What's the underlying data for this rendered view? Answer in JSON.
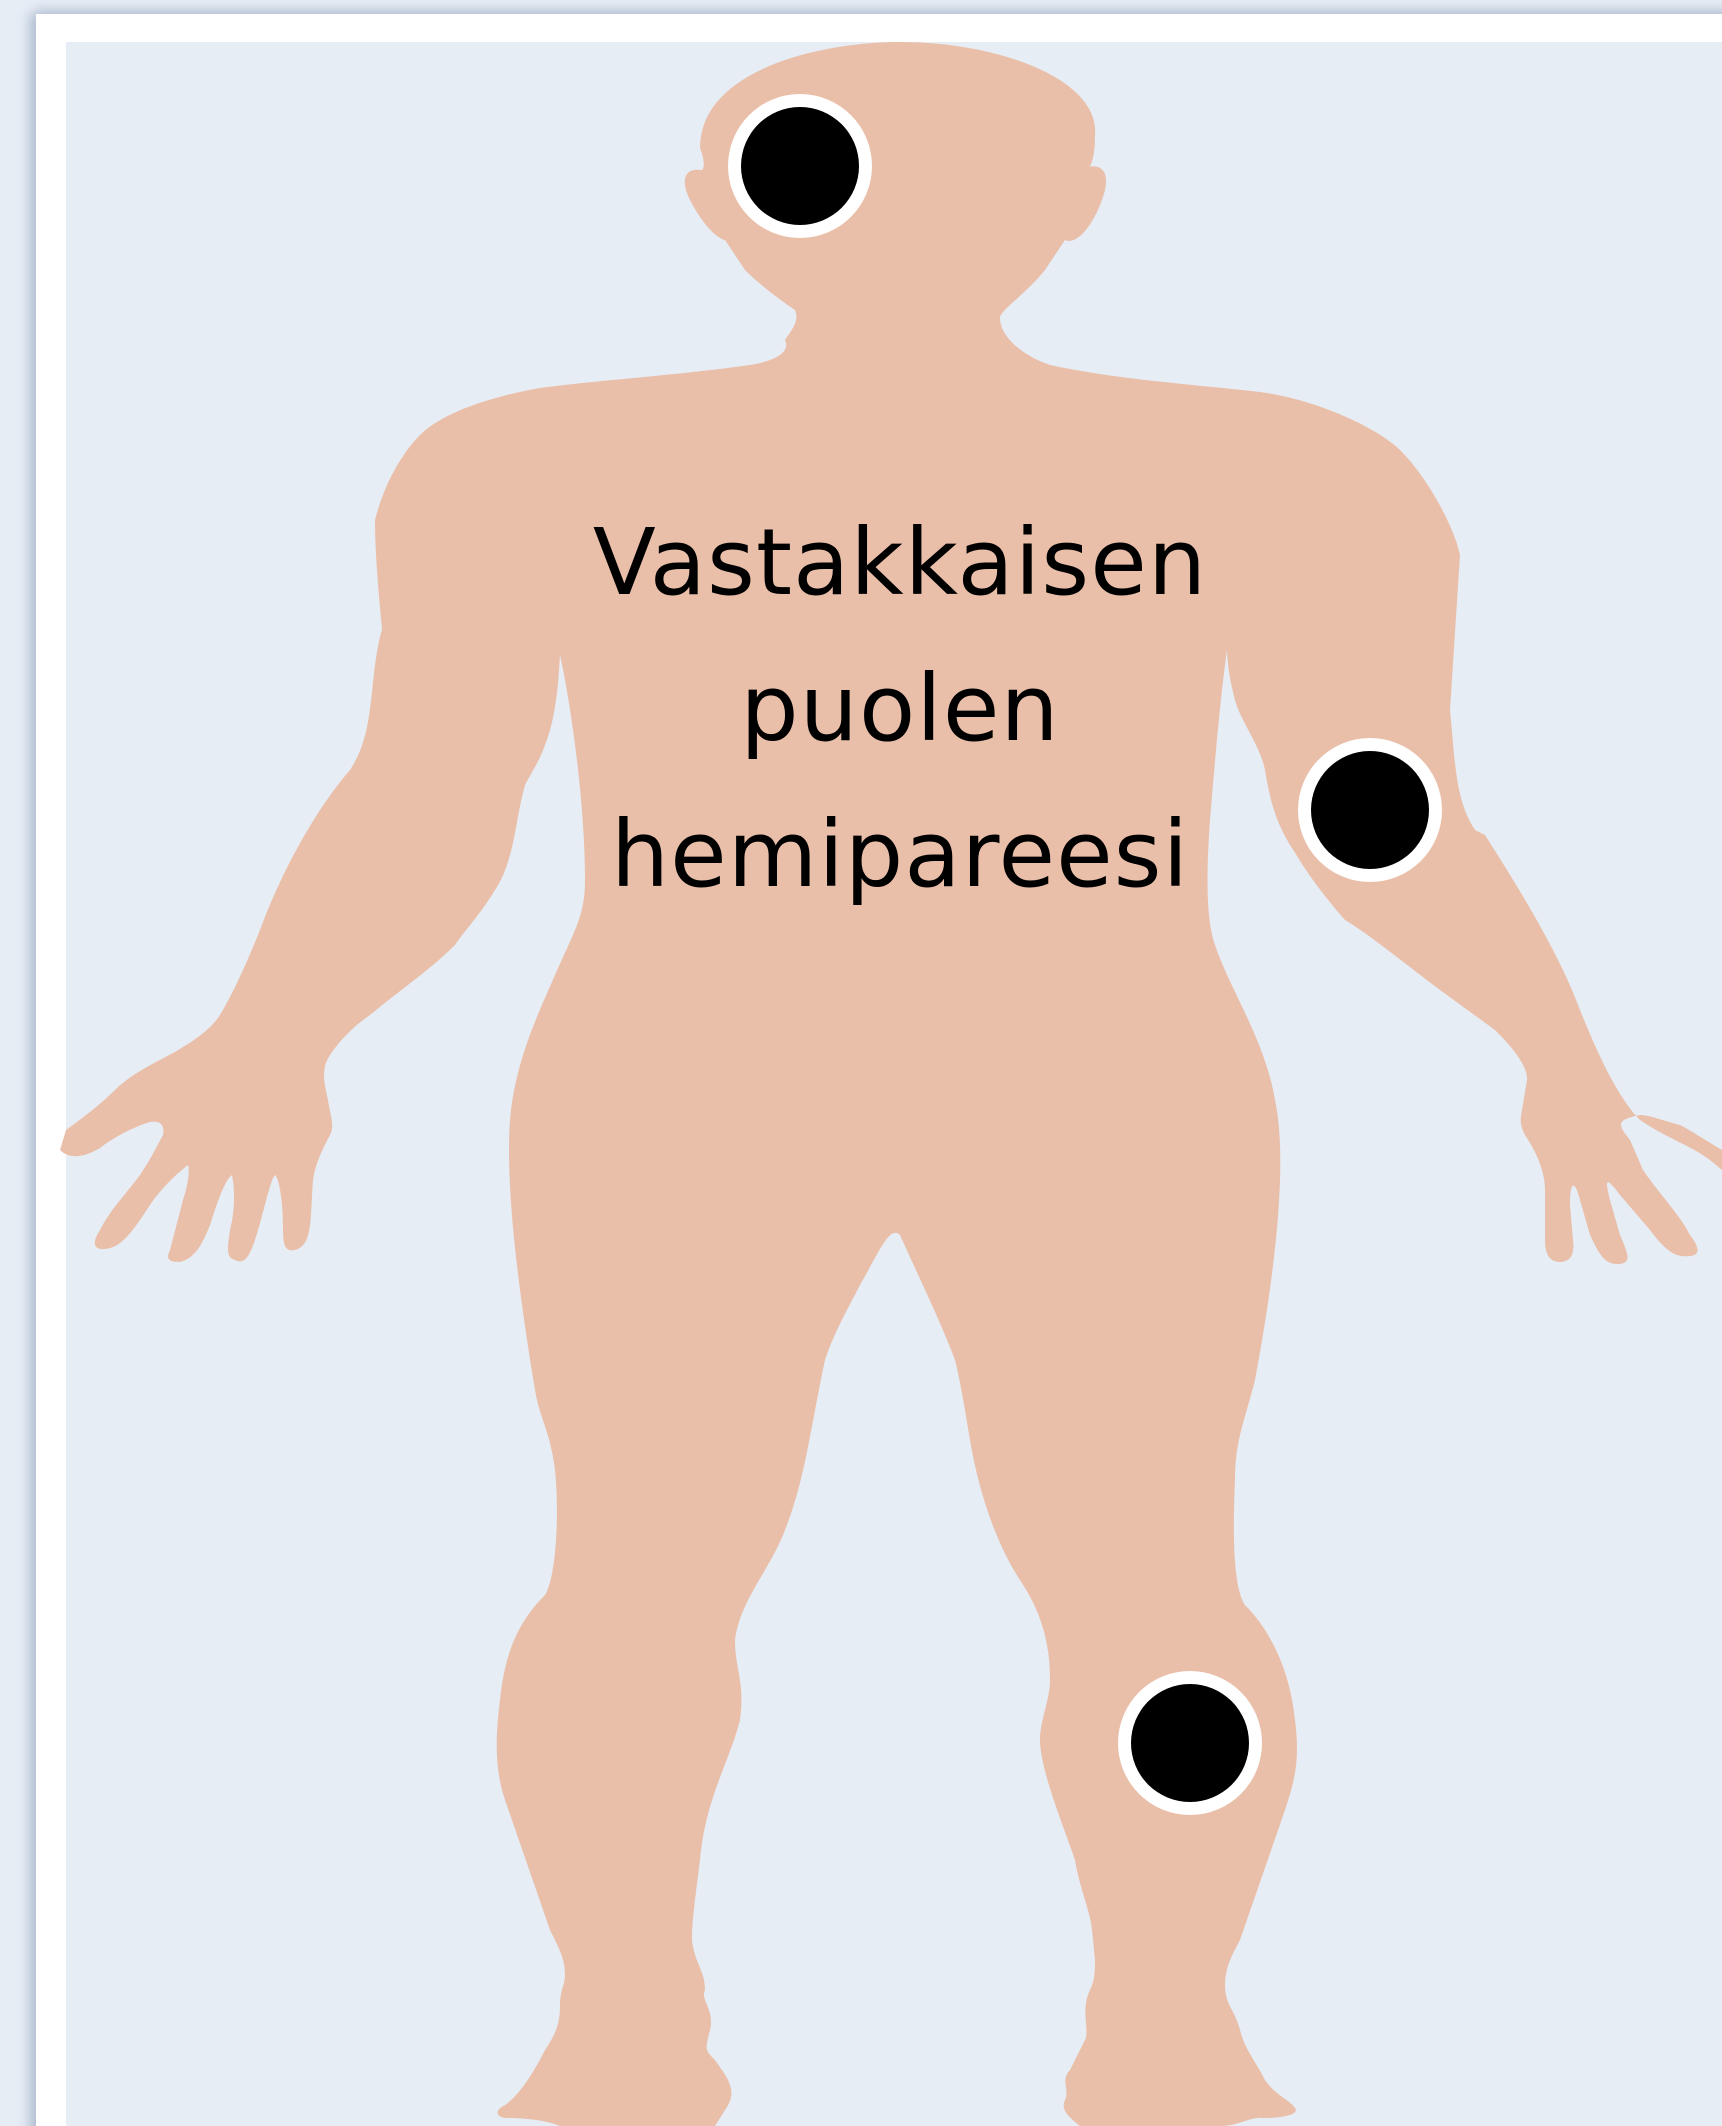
{
  "diagram": {
    "label_lines": [
      "Vastakkaisen",
      "puolen",
      "hemipareesi"
    ],
    "markers": [
      {
        "name": "head-marker",
        "location": "head"
      },
      {
        "name": "arm-marker",
        "location": "left arm (viewer's right)"
      },
      {
        "name": "leg-marker",
        "location": "left knee (viewer's right)"
      }
    ]
  },
  "colors": {
    "background": "#e6edf5",
    "frame": "#ffffff",
    "skin": "#eabfaa",
    "marker_fill": "#000000",
    "marker_ring": "#ffffff"
  }
}
